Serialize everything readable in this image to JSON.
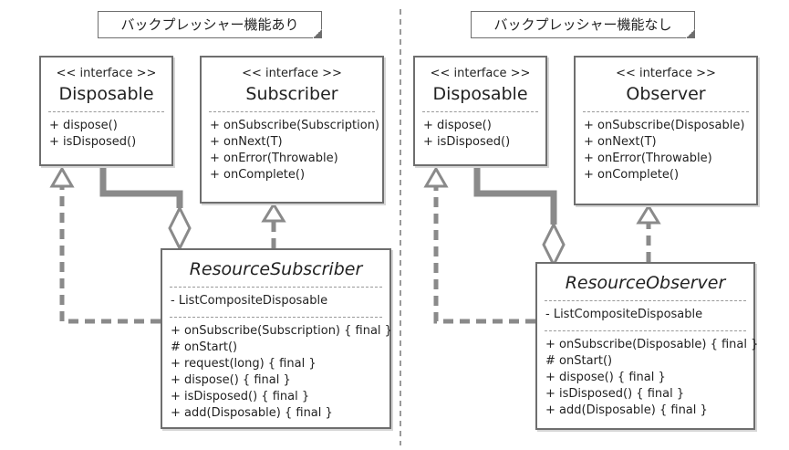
{
  "left": {
    "note": "バックプレッシャー機能あり",
    "interface1": {
      "stereotype": "<< interface >>",
      "name": "Disposable",
      "methods": [
        "+ dispose()",
        "+ isDisposed()"
      ]
    },
    "interface2": {
      "stereotype": "<< interface >>",
      "name": "Subscriber",
      "methods": [
        "+ onSubscribe(Subscription)",
        "+ onNext(T)",
        "+ onError(Throwable)",
        "+ onComplete()"
      ]
    },
    "impl": {
      "name": "ResourceSubscriber",
      "fields": [
        "- ListCompositeDisposable"
      ],
      "methods": [
        "+ onSubscribe(Subscription) { final }",
        "# onStart()",
        "+ request(long) { final }",
        "+ dispose() { final }",
        "+ isDisposed() { final }",
        "+ add(Disposable) { final }"
      ]
    }
  },
  "right": {
    "note": "バックプレッシャー機能なし",
    "interface1": {
      "stereotype": "<< interface >>",
      "name": "Disposable",
      "methods": [
        "+ dispose()",
        "+ isDisposed()"
      ]
    },
    "interface2": {
      "stereotype": "<< interface >>",
      "name": "Observer",
      "methods": [
        "+ onSubscribe(Disposable)",
        "+ onNext(T)",
        "+ onError(Throwable)",
        "+ onComplete()"
      ]
    },
    "impl": {
      "name": "ResourceObserver",
      "fields": [
        "- ListCompositeDisposable"
      ],
      "methods": [
        "+ onSubscribe(Disposable) { final }",
        "# onStart()",
        "+ dispose() { final }",
        "+ isDisposed() { final }",
        "+ add(Disposable) { final }"
      ]
    }
  },
  "colors": {
    "line": "#8a8a8a",
    "border": "#6e6e6e"
  }
}
